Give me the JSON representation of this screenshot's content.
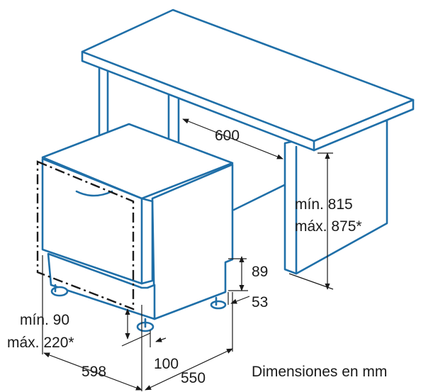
{
  "dimensions": {
    "d600": "600",
    "d_min815": "mín. 815",
    "d_max875": "máx. 875*",
    "d89": "89",
    "d53": "53",
    "d_min90": "mín. 90",
    "d_max220": "máx. 220*",
    "d598": "598",
    "d100": "100",
    "d550": "550"
  },
  "caption": "Dimensiones en mm",
  "colors": {
    "outline": "#1f6fa8",
    "dimension": "#1a1a1a"
  }
}
